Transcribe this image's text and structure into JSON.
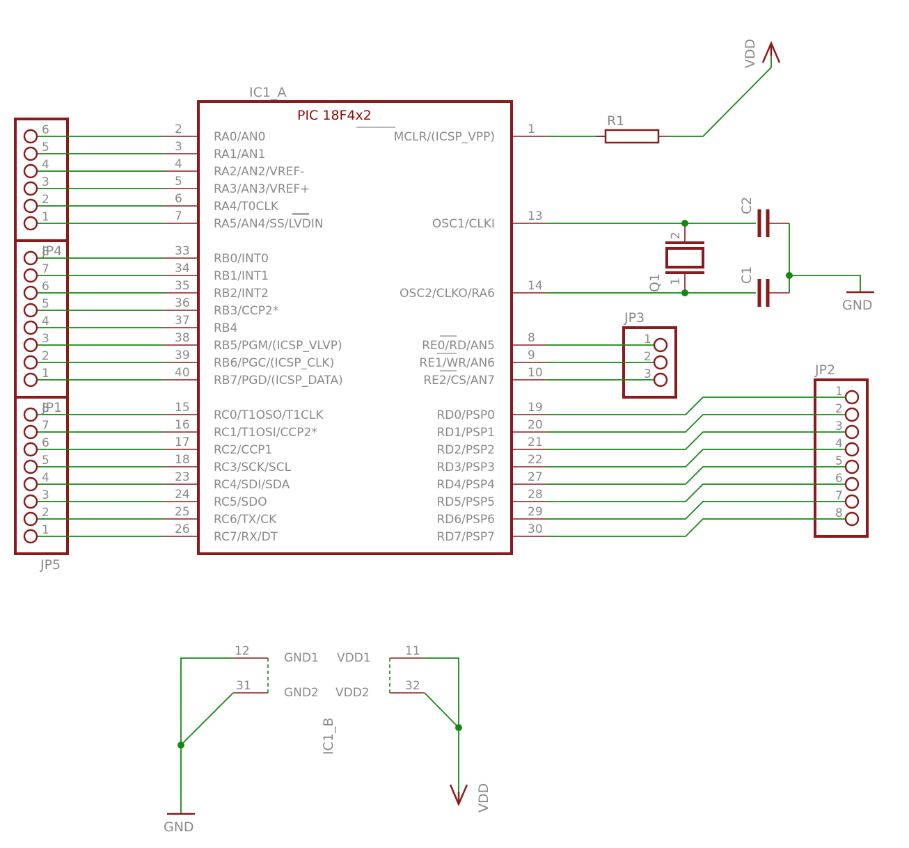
{
  "ic": {
    "ref_a": "IC1_A",
    "ref_b": "IC1_B",
    "part": "PIC 18F4x2",
    "left_pins": [
      {
        "num": "2",
        "name": "RA0/AN0"
      },
      {
        "num": "3",
        "name": "RA1/AN1"
      },
      {
        "num": "4",
        "name": "RA2/AN2/VREF-"
      },
      {
        "num": "5",
        "name": "RA3/AN3/VREF+"
      },
      {
        "num": "6",
        "name": "RA4/T0CLK"
      },
      {
        "num": "7",
        "name": "RA5/AN4/SS/LVDIN"
      },
      {
        "num": "33",
        "name": "RB0/INT0"
      },
      {
        "num": "34",
        "name": "RB1/INT1"
      },
      {
        "num": "35",
        "name": "RB2/INT2"
      },
      {
        "num": "36",
        "name": "RB3/CCP2*"
      },
      {
        "num": "37",
        "name": "RB4"
      },
      {
        "num": "38",
        "name": "RB5/PGM/(ICSP_VLVP)"
      },
      {
        "num": "39",
        "name": "RB6/PGC/(ICSP_CLK)"
      },
      {
        "num": "40",
        "name": "RB7/PGD/(ICSP_DATA)"
      },
      {
        "num": "15",
        "name": "RC0/T1OSO/T1CLK"
      },
      {
        "num": "16",
        "name": "RC1/T1OSI/CCP2*"
      },
      {
        "num": "17",
        "name": "RC2/CCP1"
      },
      {
        "num": "18",
        "name": "RC3/SCK/SCL"
      },
      {
        "num": "23",
        "name": "RC4/SDI/SDA"
      },
      {
        "num": "24",
        "name": "RC5/SDO"
      },
      {
        "num": "25",
        "name": "RC6/TX/CK"
      },
      {
        "num": "26",
        "name": "RC7/RX/DT"
      }
    ],
    "right_pins": [
      {
        "num": "1",
        "name": "MCLR/(ICSP_VPP)"
      },
      {
        "num": "13",
        "name": "OSC1/CLKI"
      },
      {
        "num": "14",
        "name": "OSC2/CLKO/RA6"
      },
      {
        "num": "8",
        "name": "RE0/RD/AN5"
      },
      {
        "num": "9",
        "name": "RE1/WR/AN6"
      },
      {
        "num": "10",
        "name": "RE2/CS/AN7"
      },
      {
        "num": "19",
        "name": "RD0/PSP0"
      },
      {
        "num": "20",
        "name": "RD1/PSP1"
      },
      {
        "num": "21",
        "name": "RD2/PSP2"
      },
      {
        "num": "22",
        "name": "RD3/PSP3"
      },
      {
        "num": "27",
        "name": "RD4/PSP4"
      },
      {
        "num": "28",
        "name": "RD5/PSP5"
      },
      {
        "num": "29",
        "name": "RD6/PSP6"
      },
      {
        "num": "30",
        "name": "RD7/PSP7"
      }
    ],
    "power_pins": [
      {
        "num": "12",
        "name": "GND1"
      },
      {
        "num": "31",
        "name": "GND2"
      },
      {
        "num": "11",
        "name": "VDD1"
      },
      {
        "num": "32",
        "name": "VDD2"
      }
    ]
  },
  "connectors": {
    "JP4": {
      "label": "JP4",
      "pins": [
        "6",
        "5",
        "4",
        "3",
        "2",
        "1"
      ]
    },
    "JP1": {
      "label": "JP1",
      "pins": [
        "8",
        "7",
        "6",
        "5",
        "4",
        "3",
        "2",
        "1"
      ]
    },
    "JP5": {
      "label": "JP5",
      "pins": [
        "8",
        "7",
        "6",
        "5",
        "4",
        "3",
        "2",
        "1"
      ]
    },
    "JP3": {
      "label": "JP3",
      "pins": [
        "1",
        "2",
        "3"
      ]
    },
    "JP2": {
      "label": "JP2",
      "pins": [
        "1",
        "2",
        "3",
        "4",
        "5",
        "6",
        "7",
        "8"
      ]
    }
  },
  "components": {
    "R1": "R1",
    "C1": "C1",
    "C2": "C2",
    "Q1": "Q1",
    "q1_pin1": "1",
    "q1_pin2": "2"
  },
  "power": {
    "vdd": "VDD",
    "gnd": "GND"
  },
  "colors": {
    "component": "#8b1a1a",
    "net": "#128a12",
    "label": "#8a8a8a"
  }
}
